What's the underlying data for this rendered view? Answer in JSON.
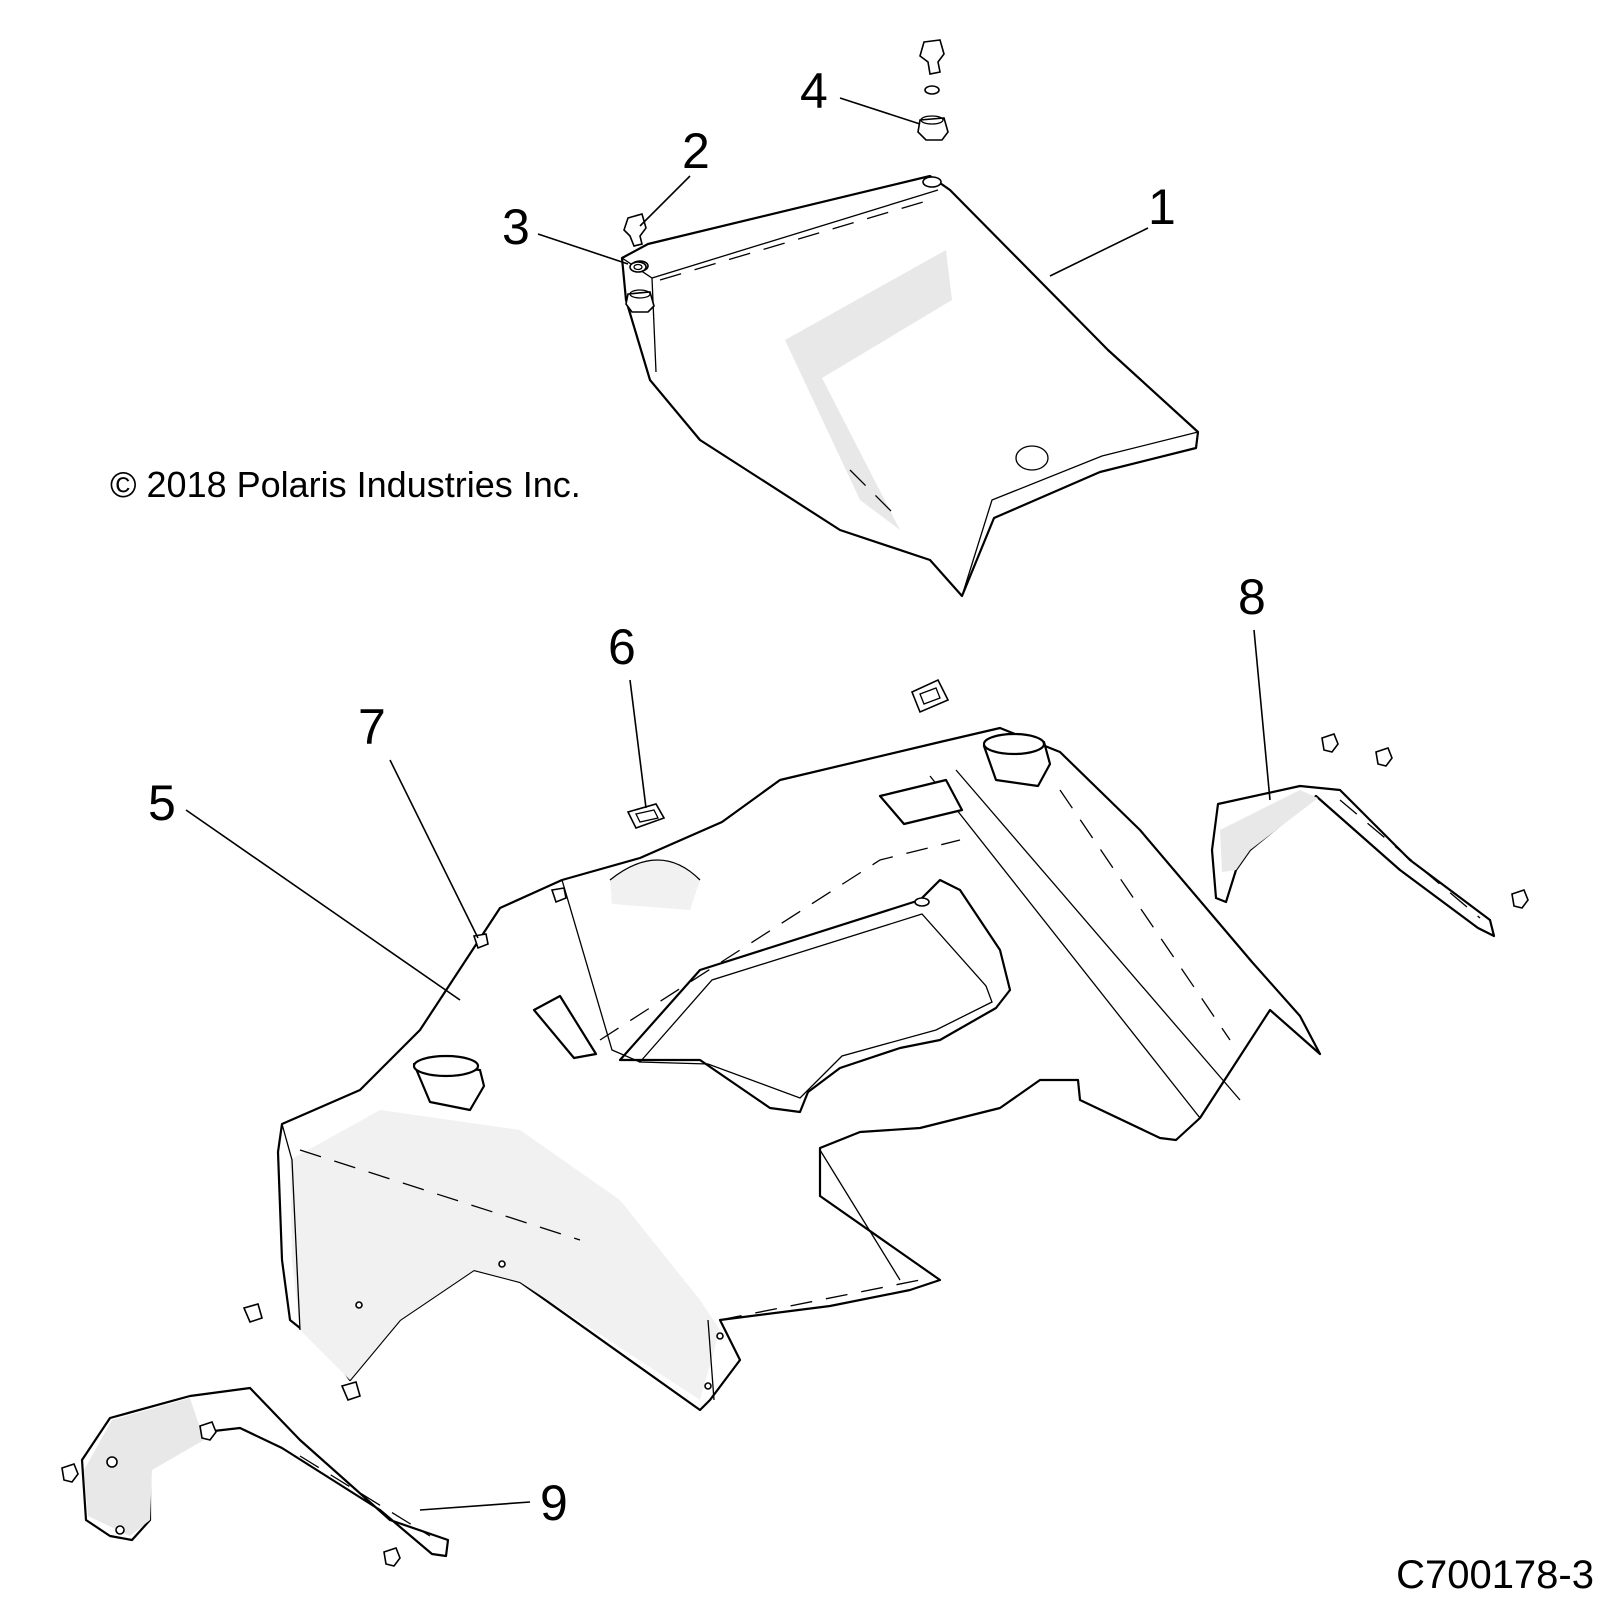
{
  "callouts": {
    "c1": "1",
    "c2": "2",
    "c3": "3",
    "c4": "4",
    "c5": "5",
    "c6": "6",
    "c7": "7",
    "c8": "8",
    "c9": "9"
  },
  "copyright": "© 2018 Polaris Industries Inc.",
  "part_number": "C700178-3"
}
